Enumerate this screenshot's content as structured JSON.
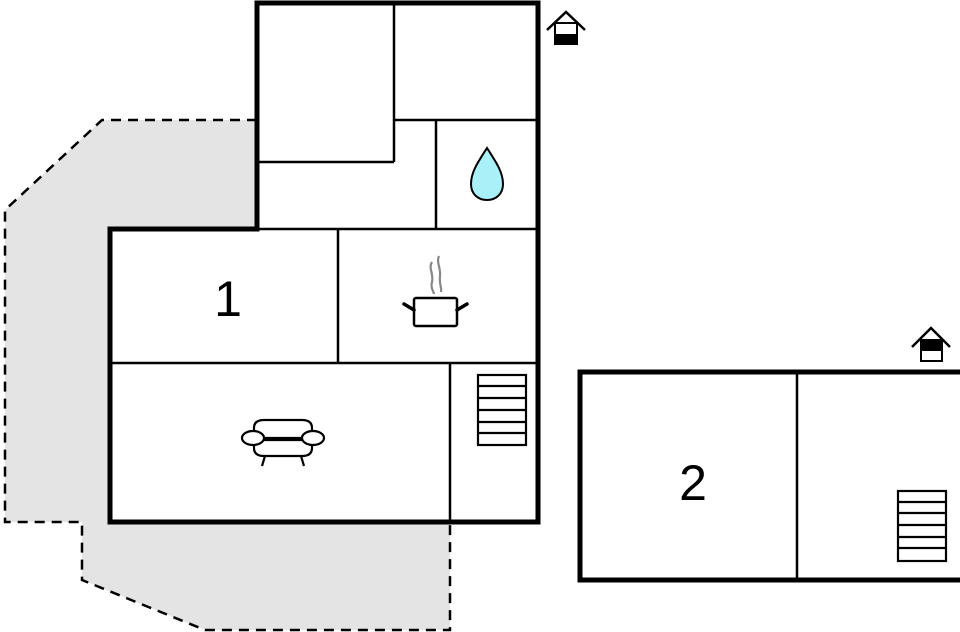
{
  "diagram": {
    "type": "floor-plan",
    "colors": {
      "wall": "#000000",
      "terrace_fill": "#e4e4e4",
      "water_drop_fill": "#aaf0f8",
      "steam": "#888888",
      "background": "#ffffff"
    },
    "buildings": [
      {
        "id": "building-1",
        "label": "1",
        "entrance_icon": "house-entrance-icon",
        "rooms": [
          {
            "name": "room-top-left",
            "icon": null
          },
          {
            "name": "room-top-right",
            "icon": null
          },
          {
            "name": "hallway",
            "icon": null
          },
          {
            "name": "bathroom",
            "icon": "water-drop-icon"
          },
          {
            "name": "bedroom",
            "label": "1",
            "icon": null
          },
          {
            "name": "kitchen",
            "icon": "cooking-pot-icon"
          },
          {
            "name": "living-room",
            "icon": "sofa-icon"
          },
          {
            "name": "stair-room",
            "icon": "staircase-icon"
          }
        ]
      },
      {
        "id": "building-2",
        "label": "2",
        "entrance_icon": "house-entrance-icon",
        "rooms": [
          {
            "name": "bedroom",
            "label": "2",
            "icon": null
          },
          {
            "name": "stair-room",
            "icon": "staircase-icon"
          }
        ]
      }
    ],
    "terrace": {
      "style": "dashed-outline",
      "fill": "grey"
    }
  },
  "labels": {
    "room1": "1",
    "room2": "2"
  }
}
